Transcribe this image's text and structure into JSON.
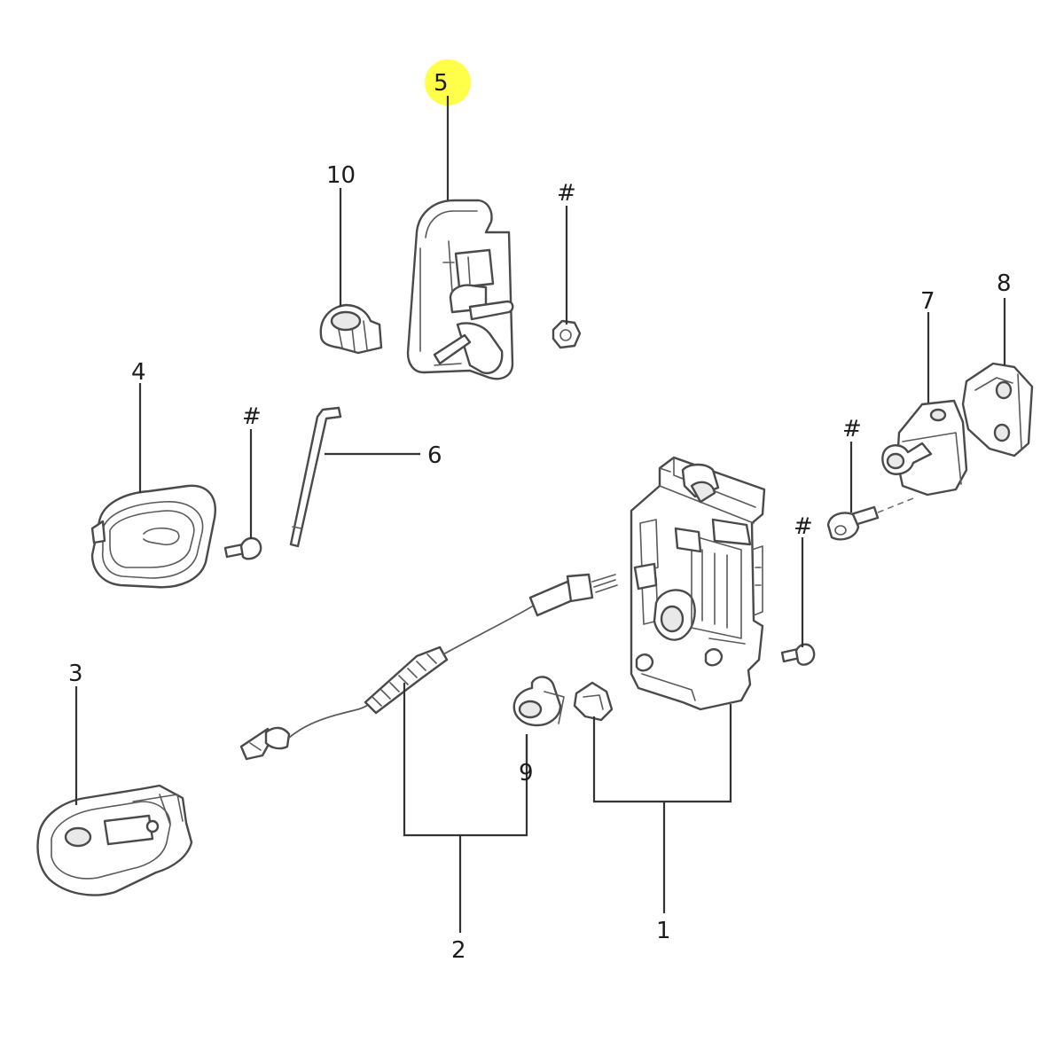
{
  "colors": {
    "background": "#ffffff",
    "line": "#4a4a4a",
    "highlight": "#ffff4a"
  },
  "callouts": [
    {
      "id": "p1",
      "label": "1"
    },
    {
      "id": "p2",
      "label": "2"
    },
    {
      "id": "p3",
      "label": "3"
    },
    {
      "id": "p4",
      "label": "4"
    },
    {
      "id": "p5",
      "label": "5",
      "highlighted": true
    },
    {
      "id": "p6",
      "label": "6"
    },
    {
      "id": "p7",
      "label": "7"
    },
    {
      "id": "p8",
      "label": "8"
    },
    {
      "id": "p9",
      "label": "9"
    },
    {
      "id": "p10",
      "label": "10"
    }
  ],
  "hash_marks": [
    {
      "id": "h1",
      "label": "#"
    },
    {
      "id": "h2",
      "label": "#"
    },
    {
      "id": "h3",
      "label": "#"
    },
    {
      "id": "h4",
      "label": "#"
    }
  ]
}
